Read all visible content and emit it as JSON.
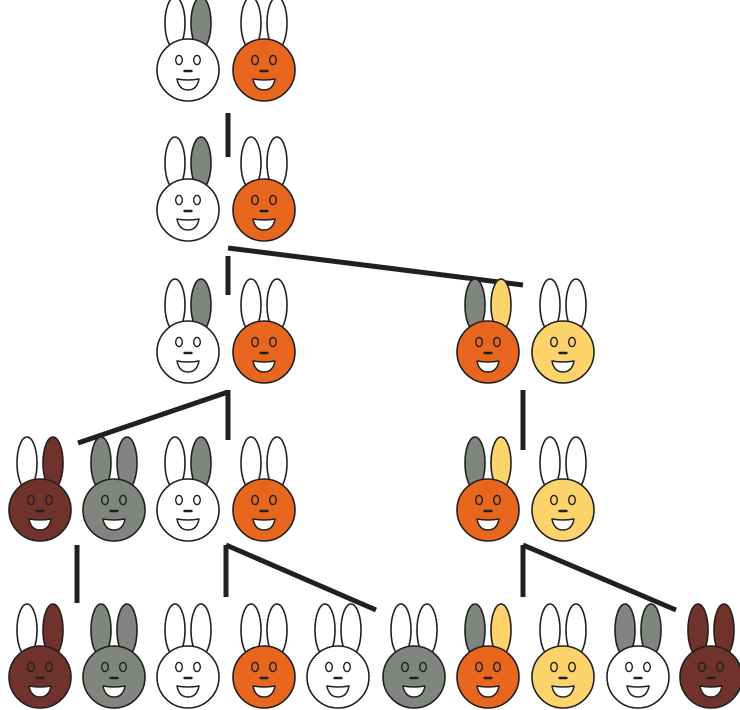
{
  "colors": {
    "white": "#ffffff",
    "orange": "#e8661d",
    "yellow": "#fdd46b",
    "gray": "#808580",
    "brown": "#70332b",
    "outline": "#231f20"
  },
  "generations": [
    {
      "pairs": [
        {
          "bunnies": [
            {
              "face": "white",
              "left_ear": "white",
              "right_ear": "gray"
            },
            {
              "face": "orange",
              "left_ear": "white",
              "right_ear": "white"
            }
          ]
        }
      ]
    },
    {
      "pairs": [
        {
          "bunnies": [
            {
              "face": "white",
              "left_ear": "white",
              "right_ear": "gray"
            },
            {
              "face": "orange",
              "left_ear": "white",
              "right_ear": "white"
            }
          ]
        }
      ]
    },
    {
      "pairs": [
        {
          "bunnies": [
            {
              "face": "white",
              "left_ear": "white",
              "right_ear": "gray"
            },
            {
              "face": "orange",
              "left_ear": "white",
              "right_ear": "white"
            }
          ]
        },
        {
          "bunnies": [
            {
              "face": "orange",
              "left_ear": "gray",
              "right_ear": "yellow"
            },
            {
              "face": "yellow",
              "left_ear": "white",
              "right_ear": "white"
            }
          ]
        }
      ]
    },
    {
      "pairs": [
        {
          "bunnies": [
            {
              "face": "brown",
              "left_ear": "white",
              "right_ear": "brown"
            },
            {
              "face": "gray",
              "left_ear": "gray",
              "right_ear": "gray"
            }
          ]
        },
        {
          "bunnies": [
            {
              "face": "white",
              "left_ear": "white",
              "right_ear": "gray"
            },
            {
              "face": "orange",
              "left_ear": "white",
              "right_ear": "white"
            }
          ]
        },
        {
          "bunnies": [
            {
              "face": "orange",
              "left_ear": "gray",
              "right_ear": "yellow"
            },
            {
              "face": "yellow",
              "left_ear": "white",
              "right_ear": "white"
            }
          ]
        }
      ]
    },
    {
      "pairs": [
        {
          "bunnies": [
            {
              "face": "brown",
              "left_ear": "white",
              "right_ear": "brown"
            },
            {
              "face": "gray",
              "left_ear": "gray",
              "right_ear": "gray"
            }
          ]
        },
        {
          "bunnies": [
            {
              "face": "white",
              "left_ear": "white",
              "right_ear": "white"
            },
            {
              "face": "orange",
              "left_ear": "white",
              "right_ear": "white"
            }
          ]
        },
        {
          "bunnies": [
            {
              "face": "white",
              "left_ear": "white",
              "right_ear": "white"
            },
            {
              "face": "gray",
              "left_ear": "white",
              "right_ear": "white"
            }
          ]
        },
        {
          "bunnies": [
            {
              "face": "orange",
              "left_ear": "gray",
              "right_ear": "yellow"
            },
            {
              "face": "yellow",
              "left_ear": "white",
              "right_ear": "white"
            }
          ]
        },
        {
          "bunnies": [
            {
              "face": "white",
              "left_ear": "gray",
              "right_ear": "gray"
            },
            {
              "face": "brown",
              "left_ear": "brown",
              "right_ear": "brown"
            }
          ]
        }
      ]
    }
  ]
}
